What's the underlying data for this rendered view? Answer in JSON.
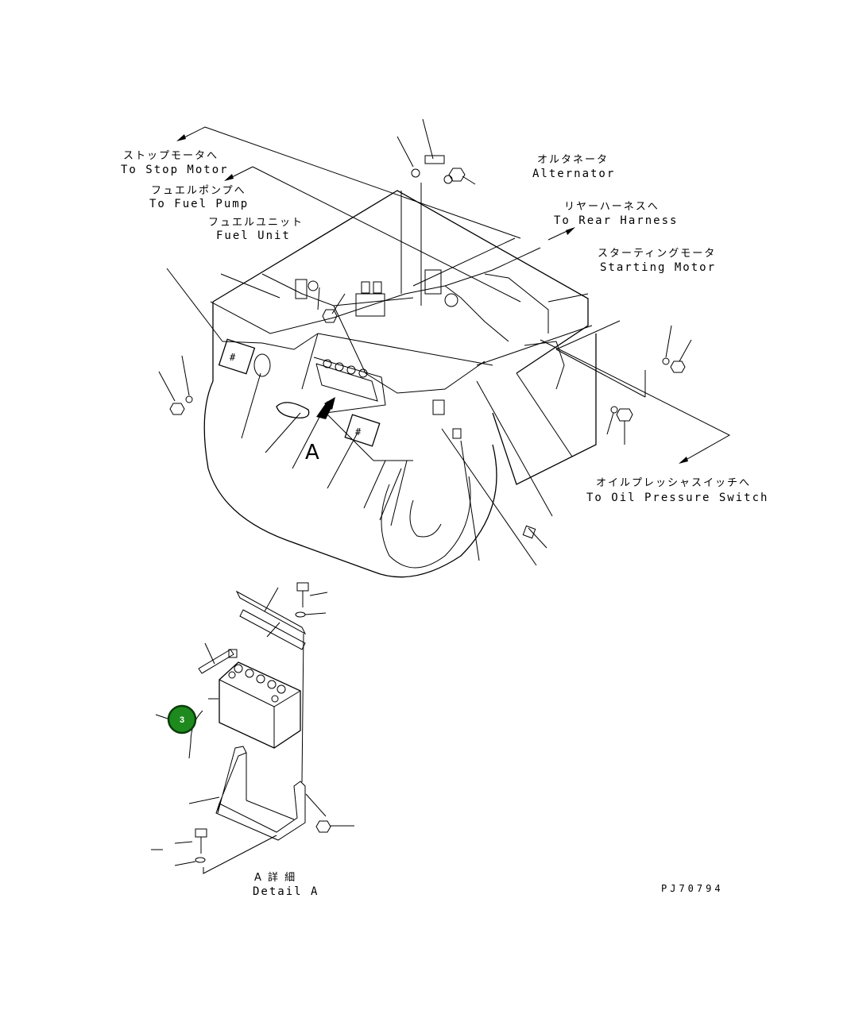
{
  "labels": {
    "stop_motor_jp": "ストップモータへ",
    "stop_motor_en": "To Stop Motor",
    "fuel_pump_jp": "フュエルポンプへ",
    "fuel_pump_en": "To Fuel Pump",
    "fuel_unit_jp": "フュエルユニット",
    "fuel_unit_en": "Fuel Unit",
    "alternator_jp": "オルタネータ",
    "alternator_en": "Alternator",
    "rear_harness_jp": "リヤーハーネスへ",
    "rear_harness_en": "To Rear Harness",
    "starting_motor_jp": "スターティングモータ",
    "starting_motor_en": "Starting Motor",
    "oil_pressure_jp": "オイルプレッシャスイッチへ",
    "oil_pressure_en": "To Oil Pressure Switch",
    "view_arrow": "A",
    "detail_jp": "A 詳 細",
    "detail_en": "Detail A",
    "drawing_no": "PJ70794"
  },
  "callout": {
    "number": "3",
    "color": "#1e8a1e"
  }
}
